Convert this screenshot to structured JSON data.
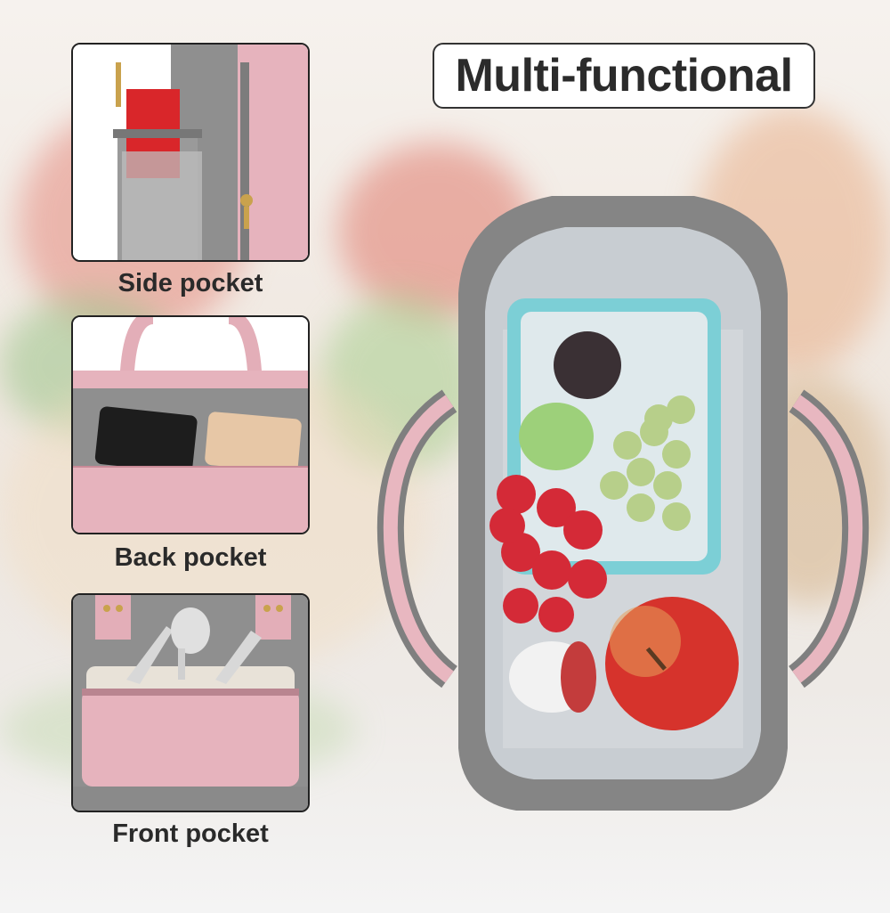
{
  "title": "Multi-functional",
  "panels": [
    {
      "caption": "Side pocket"
    },
    {
      "caption": "Back pocket"
    },
    {
      "caption": "Front pocket"
    }
  ],
  "colors": {
    "pink": "#e8b7c0",
    "gray": "#8c8c8c",
    "lining": "#c9cdd1"
  }
}
